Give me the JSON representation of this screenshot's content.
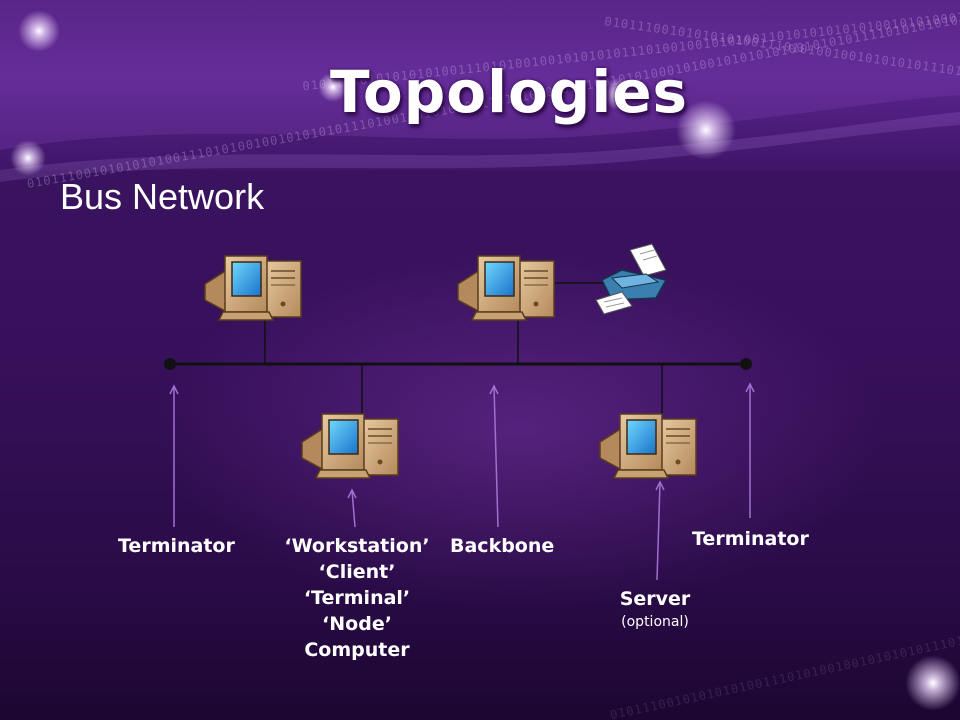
{
  "slide": {
    "title": "Topologies",
    "subtitle": "Bus Network",
    "binary_strip": "0101110010101010100111010100100101010101110100100101010011010101010101001010100010100101010101001010101111010101010"
  },
  "diagram": {
    "nodes": [
      {
        "id": "top-left-computer",
        "icon": "desktop-computer-icon"
      },
      {
        "id": "top-right-computer",
        "icon": "desktop-computer-icon"
      },
      {
        "id": "printer",
        "icon": "printer-icon"
      },
      {
        "id": "workstation-computer",
        "icon": "desktop-computer-icon"
      },
      {
        "id": "server-computer",
        "icon": "desktop-computer-icon"
      }
    ],
    "labels": {
      "terminator_left": "Terminator",
      "workstation_lines": [
        "‘Workstation’",
        "‘Client’",
        "‘Terminal’",
        "‘Node’",
        "Computer"
      ],
      "backbone": "Backbone",
      "terminator_right": "Terminator",
      "server": "Server",
      "server_note": "(optional)"
    },
    "colors": {
      "bus_line": "#111111",
      "arrow": "#a070d0",
      "text": "#ffffff"
    }
  }
}
